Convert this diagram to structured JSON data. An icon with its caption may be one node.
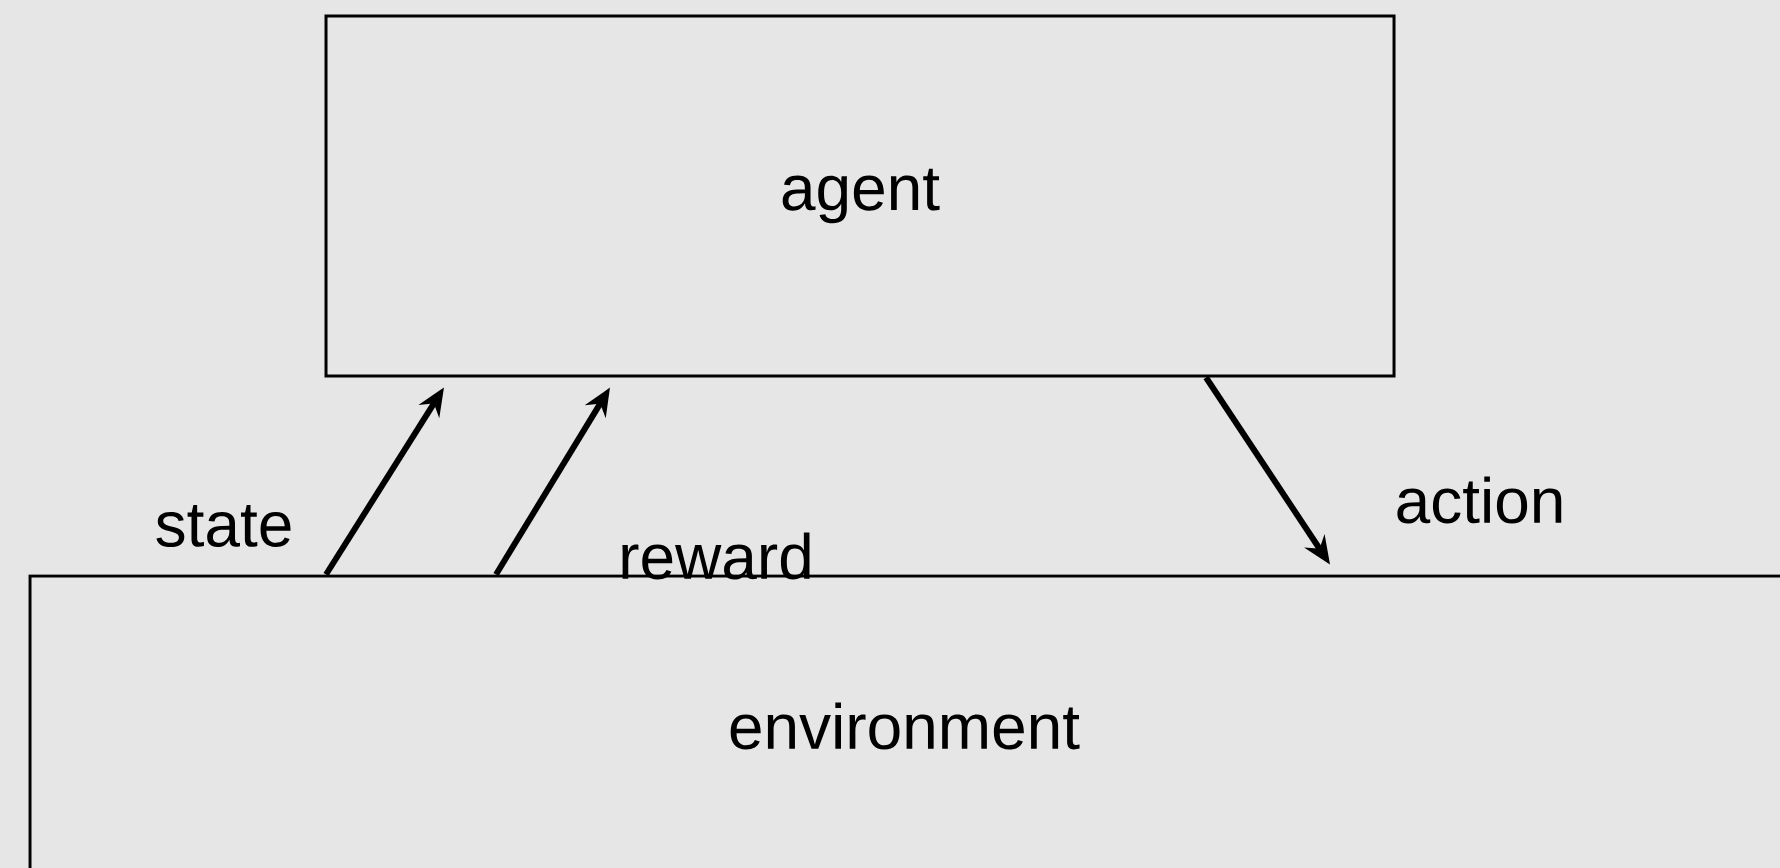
{
  "diagram": {
    "nodes": [
      {
        "text": [
          "agent"
        ]
      },
      {
        "text": [
          "environment"
        ]
      }
    ],
    "edges": [
      {
        "from": 1,
        "to": 0,
        "arrow": "to",
        "label": "state"
      },
      {
        "from": 1,
        "to": 0,
        "arrow": "to",
        "label": "reward"
      },
      {
        "from": 0,
        "to": 1,
        "arrow": "to",
        "label": "action"
      }
    ]
  }
}
